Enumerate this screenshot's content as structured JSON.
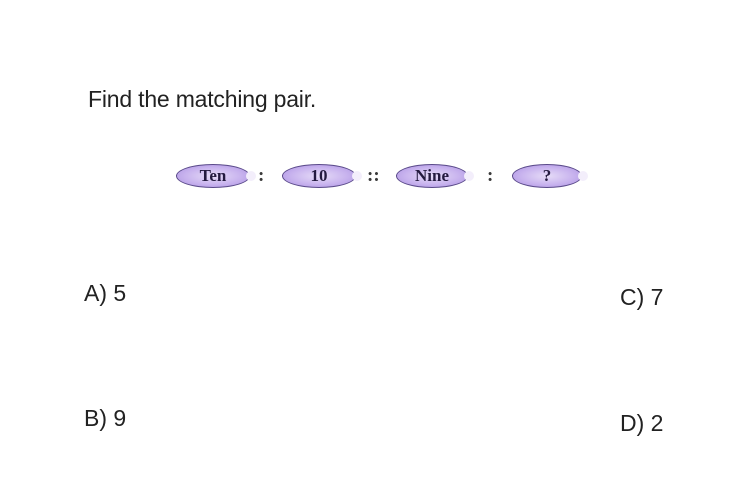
{
  "question": "Find the matching pair.",
  "analogy": {
    "term1": "Ten",
    "sep1": ":",
    "term2": "10",
    "sep2": "::",
    "term3": "Nine",
    "sep3": ":",
    "term4": "?"
  },
  "options": {
    "a": "A) 5",
    "b": "B) 9",
    "c": "C) 7",
    "d": "D) 2"
  }
}
